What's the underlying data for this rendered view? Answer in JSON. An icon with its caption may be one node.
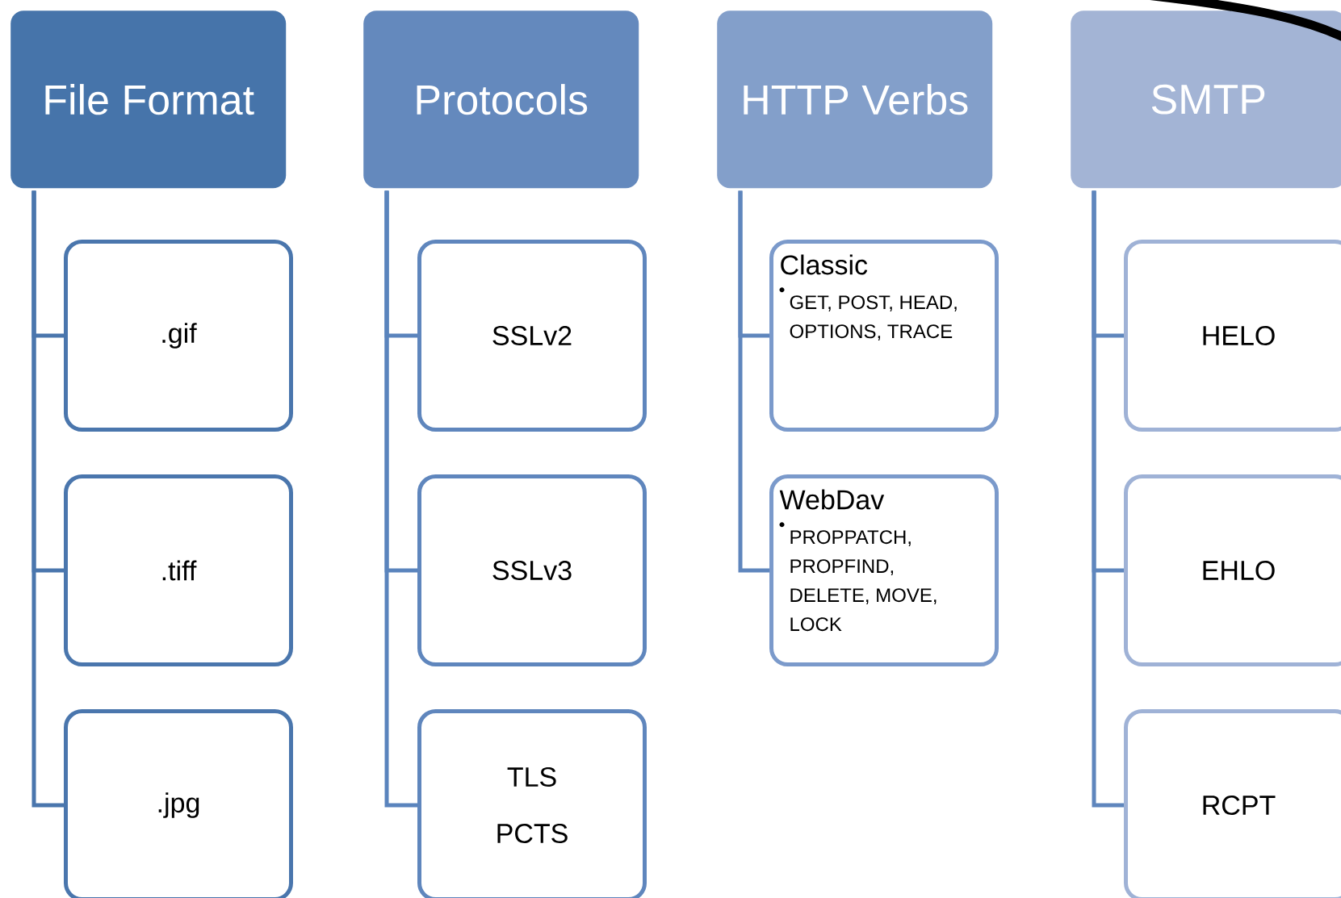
{
  "diagram": {
    "nodes": [
      {
        "text": [
          "File Format"
        ]
      },
      {
        "text": [
          ".gif"
        ]
      },
      {
        "text": [
          ".tiff"
        ]
      },
      {
        "text": [
          ".jpg"
        ]
      },
      {
        "text": [
          "Protocols"
        ]
      },
      {
        "text": [
          "SSLv2"
        ]
      },
      {
        "text": [
          "SSLv3"
        ]
      },
      {
        "text": [
          "TLS",
          "PCTS"
        ]
      },
      {
        "text": [
          "HTTP Verbs"
        ]
      },
      {
        "text": [
          "Classic",
          "GET, POST, HEAD, OPTIONS, TRACE"
        ]
      },
      {
        "text": [
          "WebDav",
          "PROPPATCH, PROPFIND, DELETE, MOVE, LOCK"
        ]
      },
      {
        "text": [
          "SMTP"
        ]
      },
      {
        "text": [
          "HELO"
        ]
      },
      {
        "text": [
          "EHLO"
        ]
      },
      {
        "text": [
          "RCPT"
        ]
      }
    ],
    "edges": [
      {
        "from": 0,
        "to": 1,
        "arrow": "none"
      },
      {
        "from": 0,
        "to": 2,
        "arrow": "none"
      },
      {
        "from": 0,
        "to": 3,
        "arrow": "none"
      },
      {
        "from": 4,
        "to": 5,
        "arrow": "none"
      },
      {
        "from": 4,
        "to": 6,
        "arrow": "none"
      },
      {
        "from": 4,
        "to": 7,
        "arrow": "none"
      },
      {
        "from": 8,
        "to": 9,
        "arrow": "none"
      },
      {
        "from": 8,
        "to": 10,
        "arrow": "none"
      },
      {
        "from": 11,
        "to": 12,
        "arrow": "none"
      },
      {
        "from": 11,
        "to": 13,
        "arrow": "none"
      },
      {
        "from": 11,
        "to": 14,
        "arrow": "none"
      }
    ]
  }
}
